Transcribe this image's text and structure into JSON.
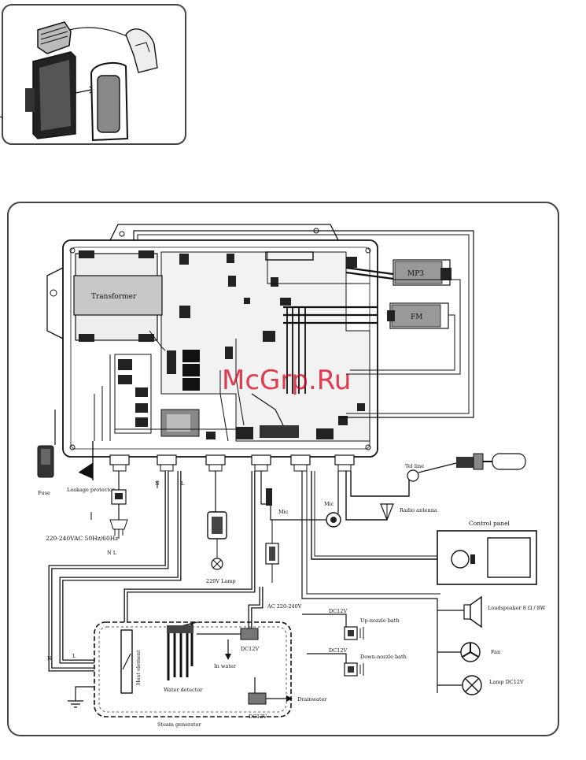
{
  "labels": {
    "transformer": "Transformer",
    "mp3": "MP3",
    "fm": "FM",
    "fuse": "Fuse",
    "leakage_protector": "Leakage protector",
    "power_supply": "220-240VAC 50Hz/60Hz",
    "power_marks": "N L",
    "lamp": "220V Lamp",
    "tel_line": "Tel line",
    "mic": "Mic",
    "radio_antenna": "Radio antenna",
    "control_panel": "Control panel",
    "loudspeaker": "Loudspeaker 8 Ω / 8W",
    "fan": "Fan",
    "lamp_dc": "Lamp DC12V",
    "up_nozzle_bath": "Up-nozzle bath",
    "down_nozzle_bath": "Down-nozzle bath",
    "water_detector": "Water detector",
    "steam_generator": "Steam generator",
    "heat_element": "Heat element",
    "dc12v_top": "DC12V",
    "dc12v_bottom": "DC12V",
    "inwater": "In water",
    "drain_water": "Drainwater",
    "ac_label": "AC 220-240V"
  },
  "wire_marks": {
    "n_left": "N",
    "n_bottom": "N",
    "l_left": "L",
    "l_right": "L",
    "dc12v_a": "DC12V",
    "dc12v_b": "DC12V"
  },
  "watermark": "McGrp.Ru",
  "colors": {
    "line": "#111111",
    "watermark": "#d9001b",
    "frame": "#444444"
  }
}
